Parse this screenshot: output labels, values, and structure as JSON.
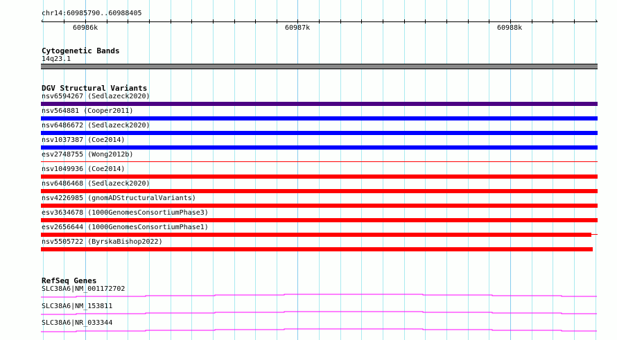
{
  "location": "chr14:60985790..60988405",
  "ruler": {
    "labels": [
      "60986k",
      "60987k",
      "60988k"
    ]
  },
  "tracks": {
    "cytobands": {
      "title": "Cytogenetic Bands",
      "band": "14q23.1",
      "color": "#888888"
    },
    "dgv": {
      "title": "DGV Structural Variants",
      "items": [
        {
          "label": "nsv6594267 (Sedlazeck2020)",
          "color": "#4b0082",
          "style": "bar"
        },
        {
          "label": "nsv564881 (Cooper2011)",
          "color": "#0000ff",
          "style": "bar"
        },
        {
          "label": "nsv6486672 (Sedlazeck2020)",
          "color": "#0000ff",
          "style": "bar"
        },
        {
          "label": "nsv1037387 (Coe2014)",
          "color": "#0000ff",
          "style": "bar"
        },
        {
          "label": "esv2748755 (Wong2012b)",
          "color": "#ff0000",
          "style": "line"
        },
        {
          "label": "nsv1049936 (Coe2014)",
          "color": "#ff0000",
          "style": "bar"
        },
        {
          "label": "nsv6486468 (Sedlazeck2020)",
          "color": "#ff0000",
          "style": "bar"
        },
        {
          "label": "nsv4226985 (gnomADStructuralVariants)",
          "color": "#ff0000",
          "style": "bar"
        },
        {
          "label": "esv3634678 (1000GenomesConsortiumPhase3)",
          "color": "#ff0000",
          "style": "bar"
        },
        {
          "label": "esv2656644 (1000GenomesConsortiumPhase1)",
          "color": "#ff0000",
          "style": "bar-short"
        },
        {
          "label": "nsv5505722 (ByrskaBishop2022)",
          "color": "#ff0000",
          "style": "bar-short2"
        }
      ]
    },
    "refseq": {
      "title": "RefSeq Genes",
      "color": "#ff00ff",
      "items": [
        {
          "label": "SLC38A6|NM_001172702"
        },
        {
          "label": "SLC38A6|NM_153811"
        },
        {
          "label": "SLC38A6|NR_033344"
        }
      ]
    }
  }
}
